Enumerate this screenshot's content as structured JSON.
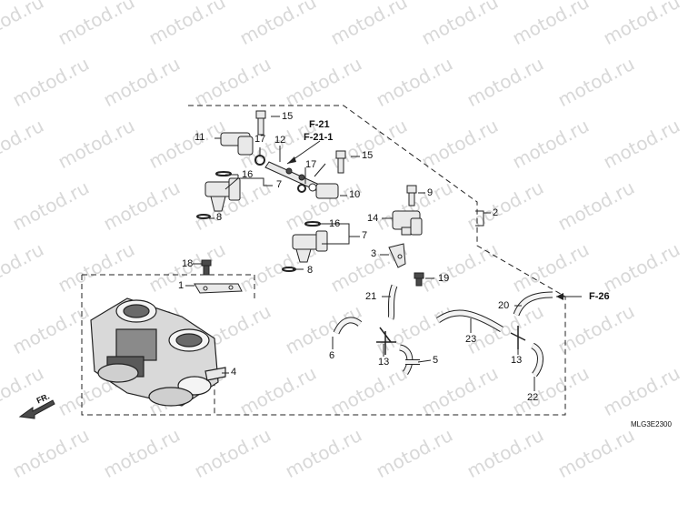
{
  "watermark": {
    "text": "motod.ru"
  },
  "refs": {
    "f21": "F-21",
    "f211": "F-21-1",
    "f26": "F-26"
  },
  "fr_label": "FR.",
  "diagram_code": "MLG3E2300",
  "callouts": {
    "n1": "1",
    "n2": "2",
    "n3": "3",
    "n4": "4",
    "n5": "5",
    "n6": "6",
    "n7a": "7",
    "n7b": "7",
    "n8a": "8",
    "n8b": "8",
    "n9": "9",
    "n10": "10",
    "n11": "11",
    "n12": "12",
    "n13a": "13",
    "n13b": "13",
    "n14": "14",
    "n15a": "15",
    "n15b": "15",
    "n16a": "16",
    "n16b": "16",
    "n17a": "17",
    "n17b": "17",
    "n18": "18",
    "n19": "19",
    "n20": "20",
    "n21": "21",
    "n22": "22",
    "n23": "23"
  },
  "colors": {
    "line": "#222222",
    "watermark": "#d8d8d8",
    "part_fill": "#e9e9e9",
    "part_dark": "#4a4a4a"
  }
}
